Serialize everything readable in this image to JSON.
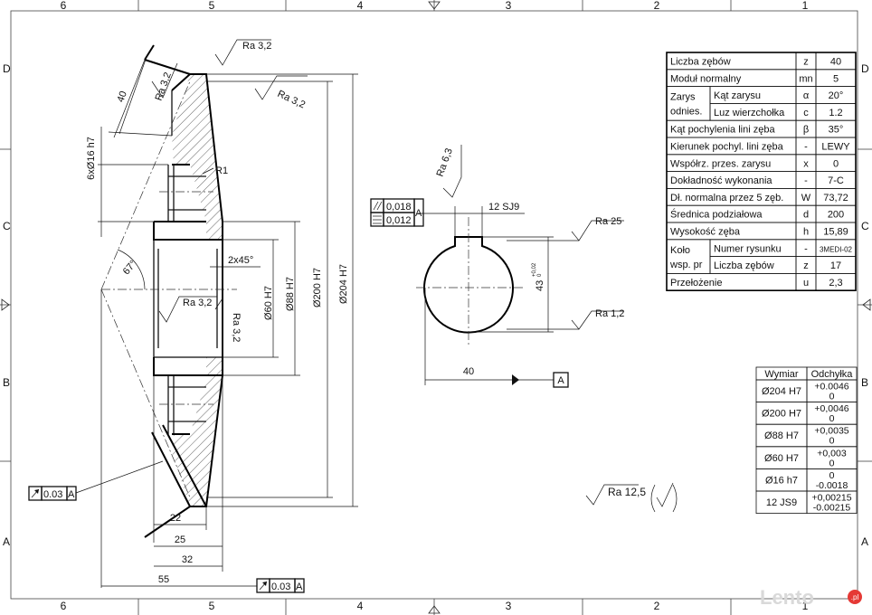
{
  "border": {
    "columns_top": [
      "6",
      "5",
      "4",
      "3",
      "2",
      "1"
    ],
    "columns_bottom": [
      "6",
      "5",
      "4",
      "3",
      "2",
      "1"
    ],
    "rows_left": [
      "D",
      "C",
      "B",
      "A"
    ],
    "rows_right": [
      "D",
      "C",
      "B",
      "A"
    ]
  },
  "gear_table": {
    "rows": [
      {
        "label": "Liczba zębów",
        "sym": "z",
        "val": "40"
      },
      {
        "label": "Moduł normalny",
        "sym": "mn",
        "val": "5"
      },
      {
        "group": "Zarys",
        "group2": "odnies.",
        "label": "Kąt zarysu",
        "sym": "α",
        "val": "20°"
      },
      {
        "label": "Luz wierzchołka",
        "sym": "c",
        "val": "1.2"
      },
      {
        "label": "Kąt pochylenia lini zęba",
        "sym": "β",
        "val": "35°"
      },
      {
        "label": "Kierunek pochyl. lini zęba",
        "sym": "-",
        "val": "LEWY"
      },
      {
        "label": "Współrz. przes. zarysu",
        "sym": "x",
        "val": "0"
      },
      {
        "label": "Dokładność wykonania",
        "sym": "-",
        "val": "7-C"
      },
      {
        "label": "Dł. normalna przez 5 zęb.",
        "sym": "W",
        "val": "73,72"
      },
      {
        "label": "Średnica podziałowa",
        "sym": "d",
        "val": "200"
      },
      {
        "label": "Wysokość zęba",
        "sym": "h",
        "val": "15,89"
      },
      {
        "group": "Koło",
        "group2": "wsp. pr",
        "label": "Numer rysunku",
        "sym": "-",
        "val": "3MEDI-02"
      },
      {
        "label": "Liczba zębów",
        "sym": "z",
        "val": "17"
      },
      {
        "label": "Przełożenie",
        "sym": "u",
        "val": "2,3"
      }
    ]
  },
  "tol_table": {
    "headers": [
      "Wymiar",
      "Odchyłka"
    ],
    "rows": [
      {
        "dim": "Ø204 H7",
        "upper": "+0.0046",
        "lower": "0"
      },
      {
        "dim": "Ø200 H7",
        "upper": "+0,0046",
        "lower": "0"
      },
      {
        "dim": "Ø88 H7",
        "upper": "+0,0035",
        "lower": "0"
      },
      {
        "dim": "Ø60 H7",
        "upper": "+0,003",
        "lower": "0"
      },
      {
        "dim": "Ø16 h7",
        "upper": "0",
        "lower": "-0.0018"
      },
      {
        "dim": "12 JS9",
        "upper": "+0,00215",
        "lower": "-0.00215"
      }
    ]
  },
  "gear_view": {
    "ra_top": "Ra 3,2",
    "ra_face": "Ra 3,2",
    "ra_chamfer": "Ra 3,2",
    "dim_40": "40",
    "holes": "6xØ16 h7",
    "r1": "R1",
    "angle": "67°",
    "chamfer": "2x45°",
    "ra_bore": "Ra 3,2",
    "ra_bore2": "Ra 3,2",
    "d60": "Ø60 H7",
    "d88": "Ø88 H7",
    "d200": "Ø200 H7",
    "d204": "Ø204 H7",
    "dim_22": "22",
    "dim_25": "25",
    "dim_32": "32",
    "dim_55": "55",
    "runout_left": "0.03",
    "runout_left_ref": "A",
    "runout_bottom": "0.03",
    "runout_bottom_ref": "A"
  },
  "hub_view": {
    "ra_key": "Ra 6,3",
    "key_width": "12 SJ9",
    "parallel_tol": "0,018",
    "sym_tol": "0,012",
    "datum_ref": "A",
    "ra_bore": "Ra 25",
    "ra_inner": "Ra 1,2",
    "height": "43",
    "height_upper": "+0,02",
    "height_lower": "0",
    "width": "40",
    "datum": "A"
  },
  "general_roughness": "Ra 12,5",
  "watermark": {
    "brand": "Lento",
    "suffix": ".pl"
  }
}
